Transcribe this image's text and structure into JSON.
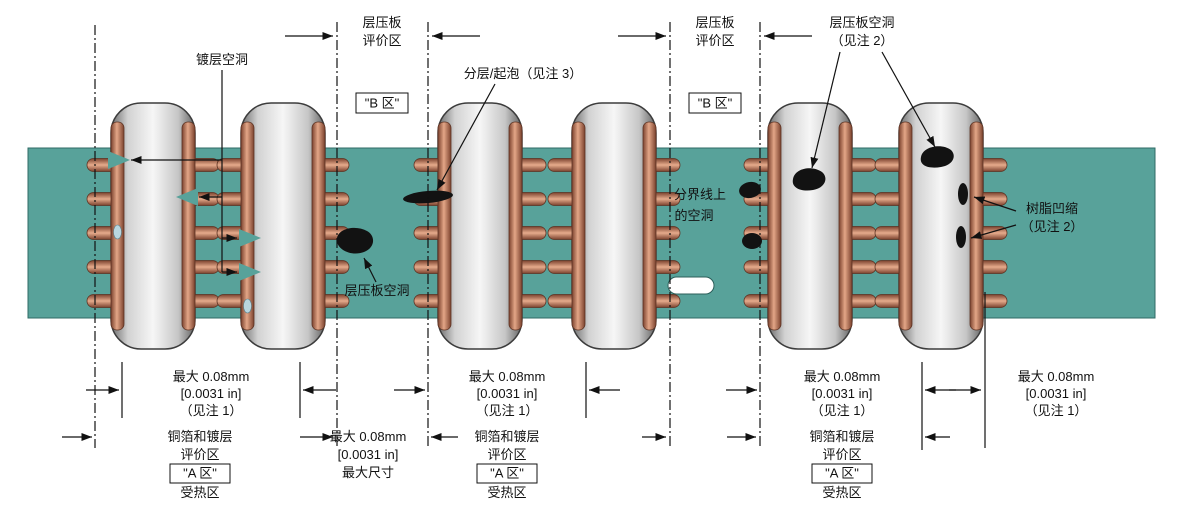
{
  "colors": {
    "laminate": "#58a29a",
    "copper": "#cf9072",
    "barrel_metal": "#d9d9d9",
    "void": "#121212",
    "small_void": "#b9d6df",
    "line": "#111111"
  },
  "labels": {
    "plating_void": "镀层空洞",
    "laminate_zone_line1": "层压板",
    "laminate_zone_line2": "评价区",
    "zone_b": "\"B 区\"",
    "delamination": "分层/起泡（见注 3）",
    "laminate_void_note_line1": "层压板空洞",
    "laminate_void_note_line2": "（见注 2）",
    "boundary_void_line1": "分界线上",
    "boundary_void_line2": "的空洞",
    "resin_recession_line1": "树脂凹缩",
    "resin_recession_line2": "（见注 2）",
    "laminate_void": "层压板空洞"
  },
  "dims": {
    "max_mm": "最大 0.08mm",
    "max_in": "[0.0031 in]",
    "see_note1": "（见注 1）",
    "max_dimension": "最大尺寸",
    "copper_eval_line1": "铜箔和镀层",
    "copper_eval_line2": "评价区",
    "zone_a": "\"A 区\"",
    "heated_zone": "受热区"
  }
}
